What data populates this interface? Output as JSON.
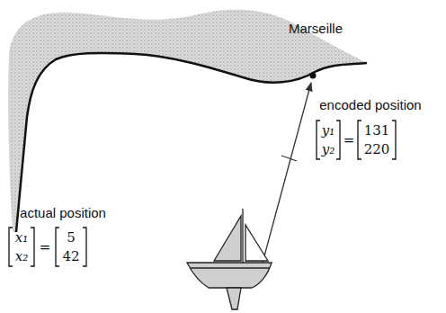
{
  "diagram": {
    "labels": [
      "Marseille",
      "encoded position",
      "y₁",
      "y₂",
      "=",
      "131",
      "220",
      "actual position",
      "x₁",
      "x₂",
      "=",
      "5",
      "42"
    ]
  }
}
